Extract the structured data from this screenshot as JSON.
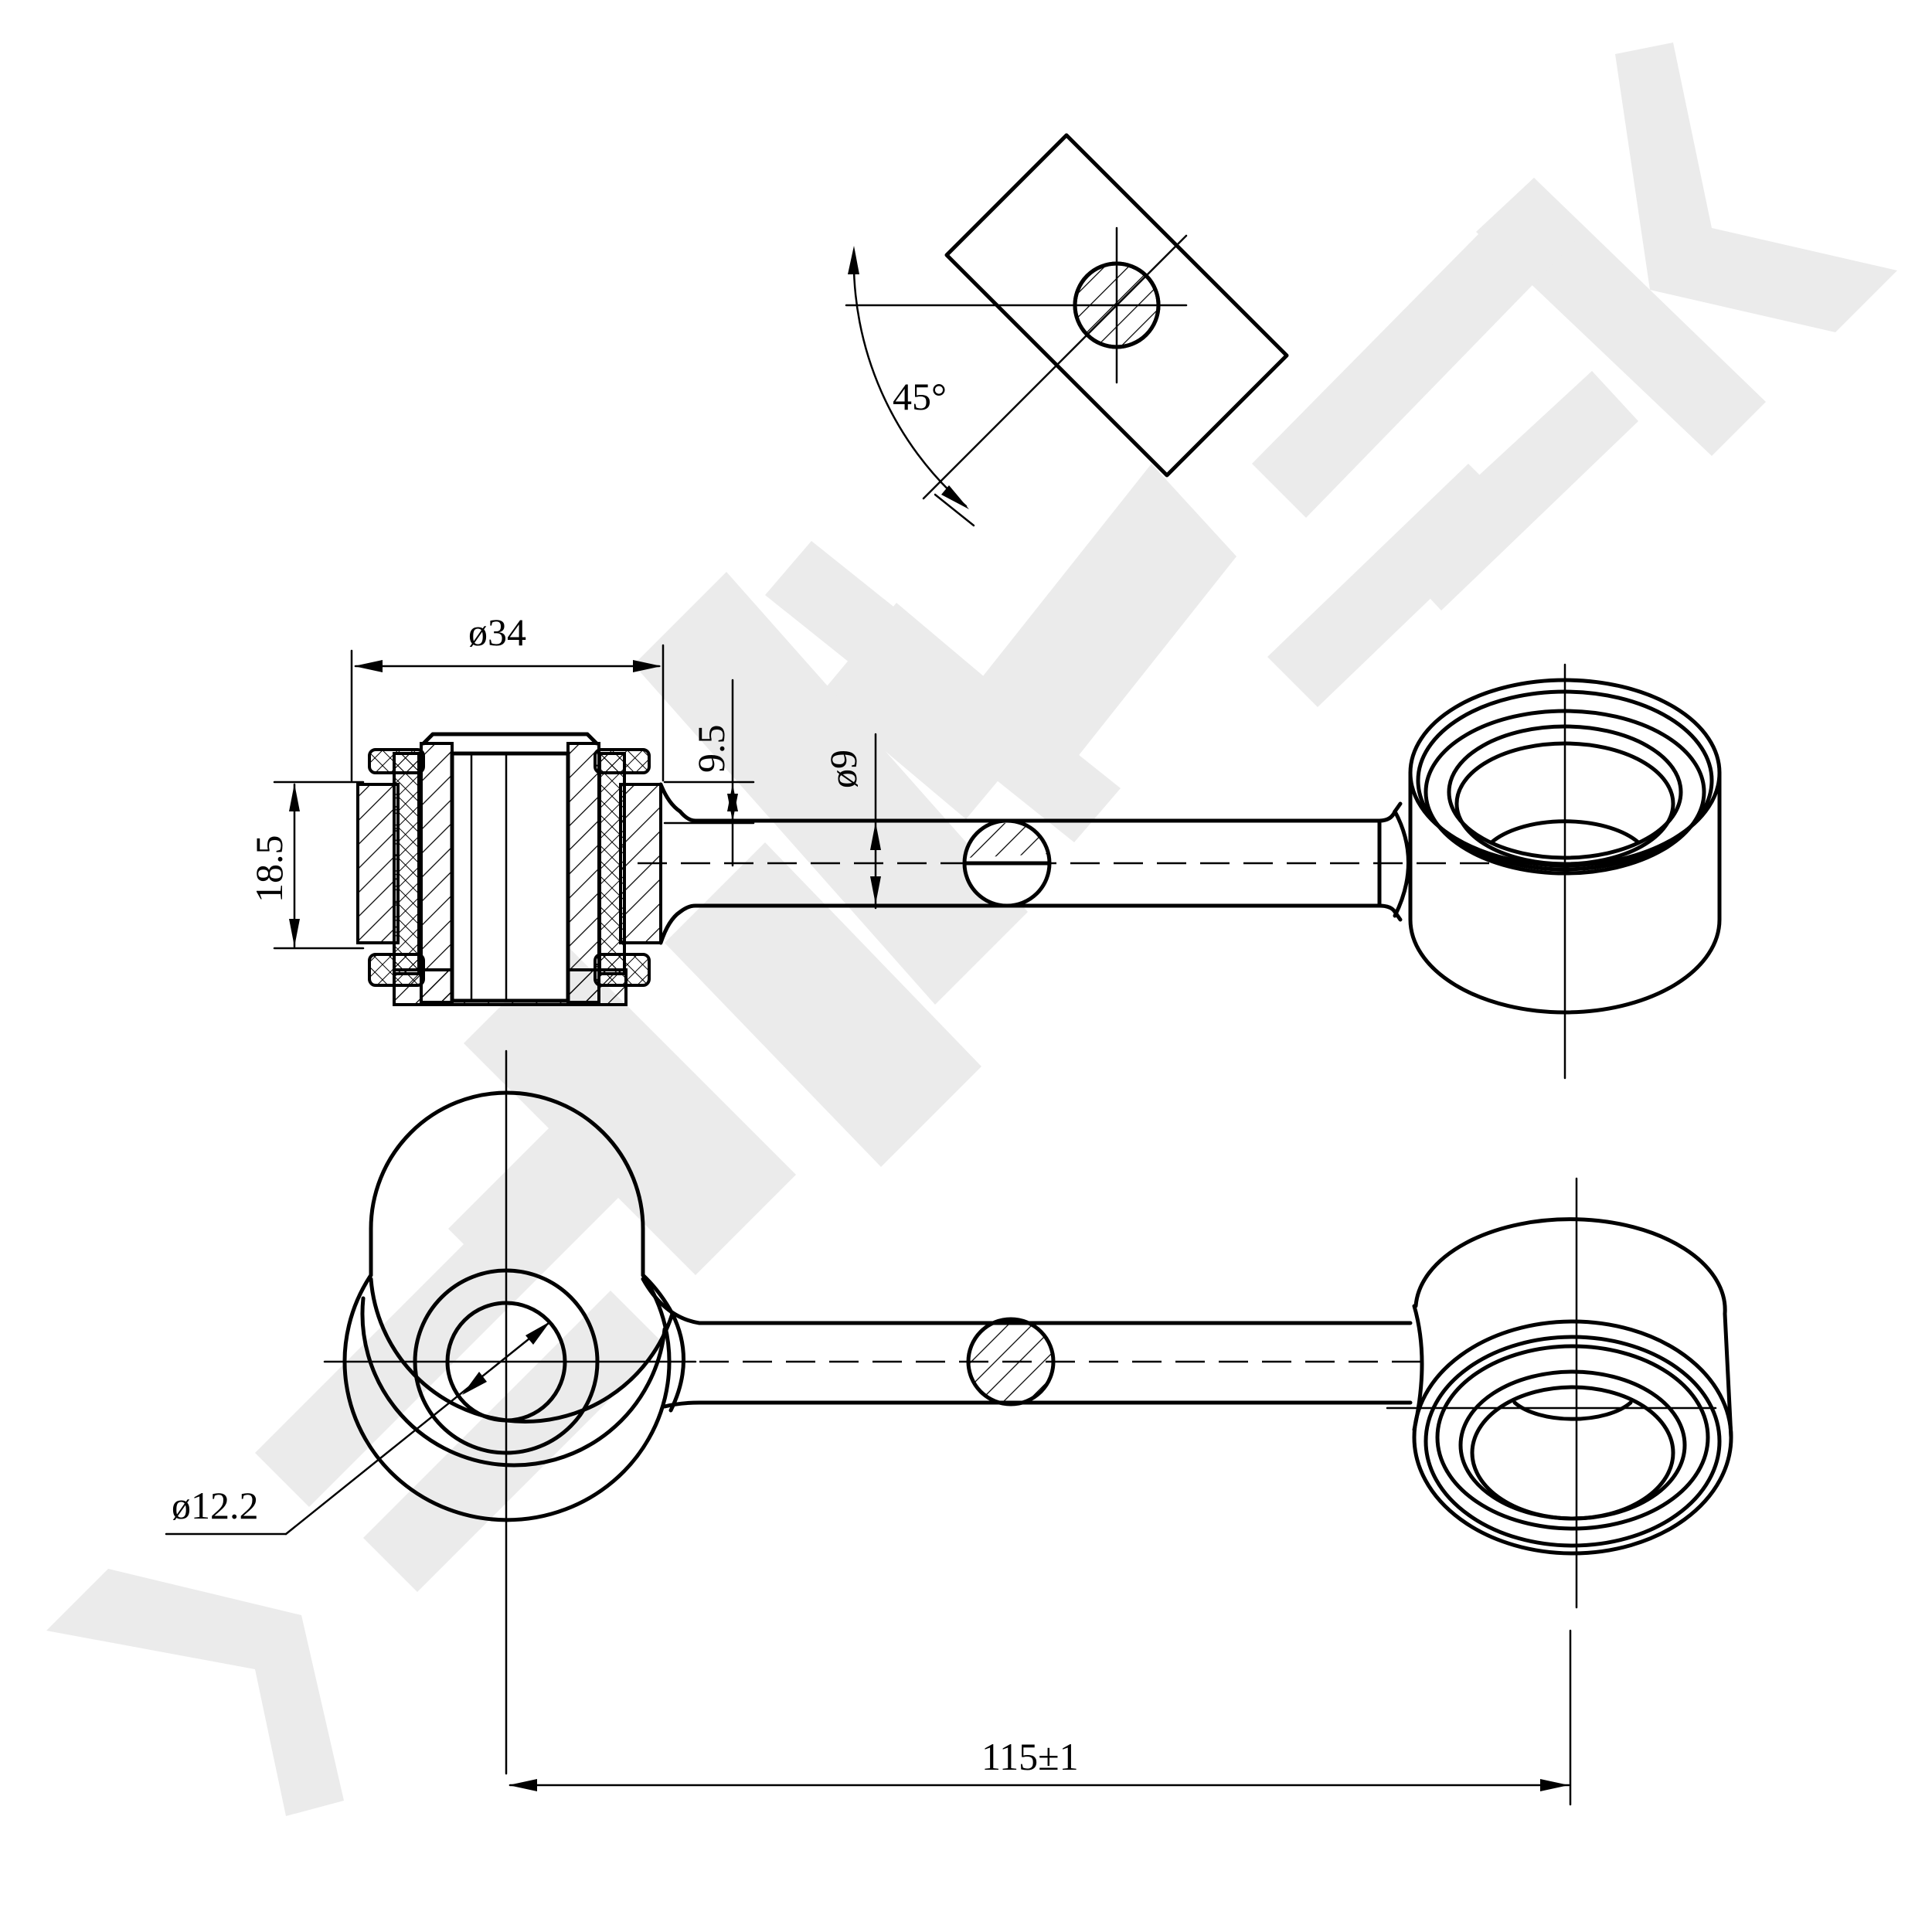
{
  "drawing": {
    "watermark": "ZENNEK",
    "dimensions": {
      "angle": "45°",
      "outer_diameter": "ø34",
      "shoulder_width": "9.5",
      "rod_diameter": "ø9",
      "bushing_height": "18.5",
      "bore_diameter": "ø12.2",
      "center_distance": "115±1"
    }
  }
}
